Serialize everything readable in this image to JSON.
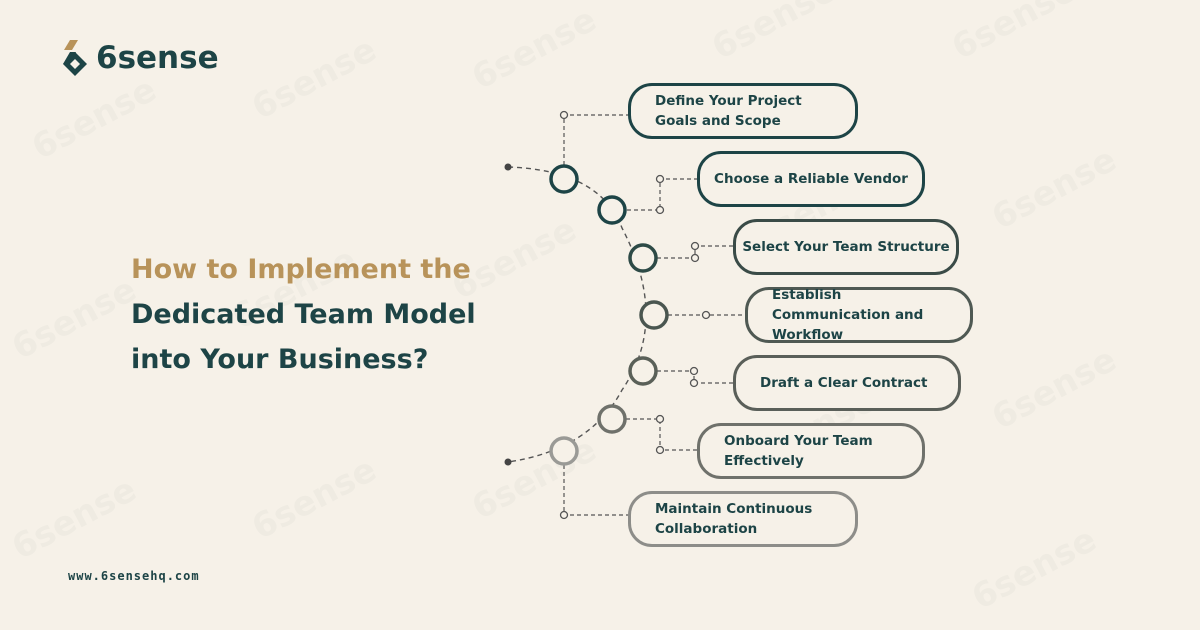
{
  "brand": {
    "name": "6sense",
    "website": "www.6sensehq.com",
    "colors": {
      "dark": "#1d4446",
      "gold": "#b8935a",
      "background": "#f6f1e8"
    }
  },
  "headline": {
    "line1": "How to Implement the",
    "line2": "Dedicated Team Model",
    "line3": "into Your Business?"
  },
  "steps": [
    {
      "label": "Define Your Project Goals and Scope"
    },
    {
      "label": "Choose a Reliable Vendor"
    },
    {
      "label": "Select Your Team Structure"
    },
    {
      "label": "Establish Communication and Workflow"
    },
    {
      "label": "Draft a Clear Contract"
    },
    {
      "label": "Onboard Your Team Effectively"
    },
    {
      "label": "Maintain Continuous Collaboration"
    }
  ]
}
